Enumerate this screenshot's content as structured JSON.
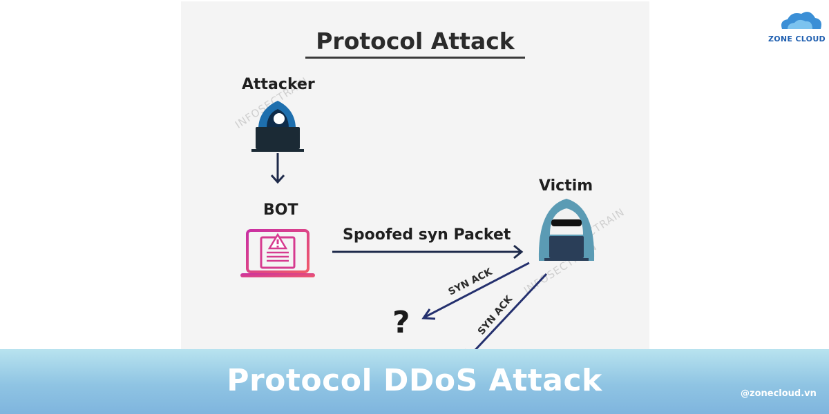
{
  "diagram": {
    "title": "Protocol Attack",
    "attacker_label": "Attacker",
    "bot_label": "BOT",
    "victim_label": "Victim",
    "spoofed_label": "Spoofed syn Packet",
    "synack_1": "SYN ACK",
    "synack_2": "SYN ACK",
    "unknown_1": "?",
    "unknown_2": "?",
    "watermark_1": "INFOSECTRAIN",
    "watermark_2": "INFOSECTRAIN",
    "watermark_3": "INFOSECTRAIN"
  },
  "banner": {
    "title": "Protocol DDoS Attack",
    "handle": "@zonecloud.vn"
  },
  "brand": {
    "name": "ZONE CLOUD"
  },
  "colors": {
    "arrow_dark": "#1e2a4a",
    "arrow_navy": "#24306e",
    "hood_attacker": "#1e6fae",
    "hood_victim": "#5b9bb4",
    "laptop_pink": "#d63a8f",
    "banner_blue": "#8fc4e3",
    "brand_blue": "#1f5fb0"
  }
}
